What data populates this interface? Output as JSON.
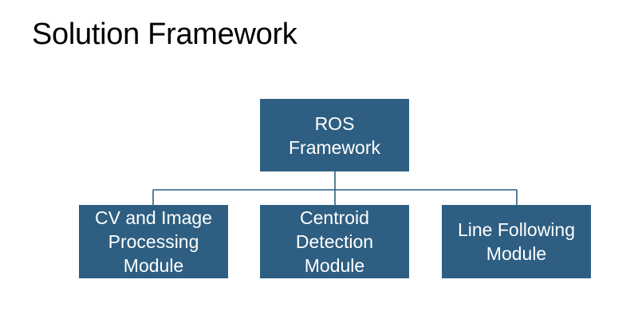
{
  "title": "Solution Framework",
  "colors": {
    "node_fill": "#2e5f82",
    "node_text": "#ffffff",
    "connector": "#2e5f82",
    "title_text": "#000000"
  },
  "diagram": {
    "root": {
      "label": "ROS\nFramework"
    },
    "children": [
      {
        "label": "CV and Image\nProcessing\nModule"
      },
      {
        "label": "Centroid\nDetection\nModule"
      },
      {
        "label": "Line Following\nModule"
      }
    ]
  }
}
